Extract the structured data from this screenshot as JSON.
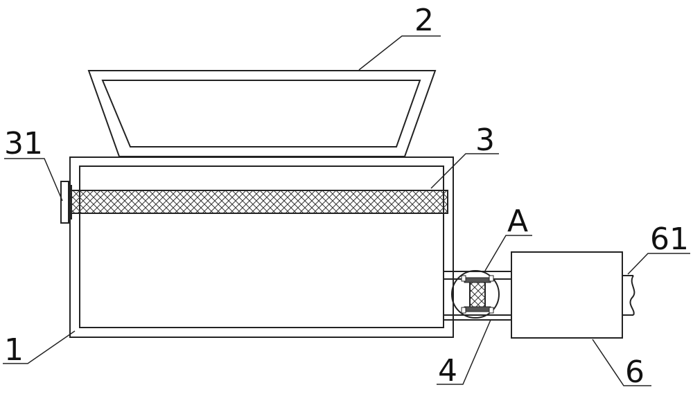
{
  "labels": {
    "hopper": "2",
    "bolt": "31",
    "roller": "3",
    "detail": "A",
    "outlet": "61",
    "housing": "1",
    "connector": "4",
    "box": "6"
  }
}
